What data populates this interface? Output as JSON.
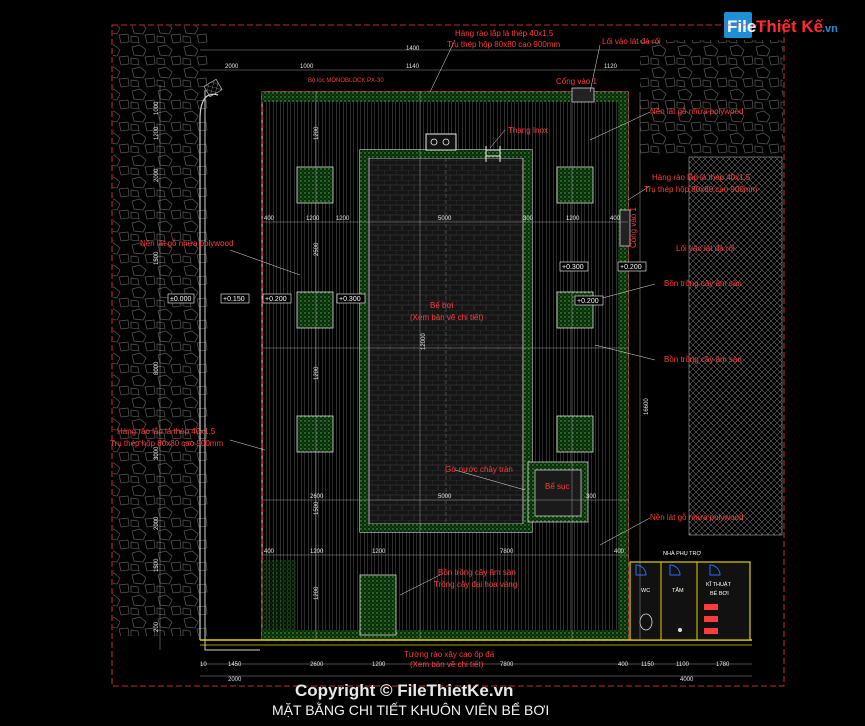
{
  "logo": {
    "part1": "File",
    "part2": "Thiết Kế",
    "part3": ".vn"
  },
  "title": "MẶT BẰNG CHI TIẾT KHUÔN VIÊN BỂ BƠI",
  "watermark": "Copyright © FileThietKe.vn",
  "colors": {
    "red": "#ff3b3b",
    "hatch": "#3fae3f",
    "dim": "#e6e6e6",
    "yellow": "#e0d000",
    "blue": "#2b6bff"
  },
  "labels": {
    "fence_top_1": "Hàng rào lắp lá thép 40x1.5",
    "fence_top_2": "Trụ thép hộp 80x80 cao 900mm",
    "entry_top": "Lối vào lát đá rối",
    "gate_1_top": "Cổng vào 1",
    "monoblock": "Bộ lọc MONOBLOCK PX-30",
    "deck_top": "Nền lát gỗ nhựa polywood",
    "ladder": "Thang Inox",
    "fence_right_1": "Hàng rào lắp lá thép 40x1.5",
    "fence_right_2": "Trụ thép hộp 80x80 cao 900mm",
    "gate_1_side": "Cổng vào 1",
    "entry_right": "Lối vào lát đá rối",
    "planter_right_1": "Bồn trồng cây âm sàn",
    "planter_right_2": "Bồn trồng cây âm sàn",
    "deck_left": "Nền lát gỗ nhựa polywood",
    "pool_1": "Bể bơi",
    "pool_2": "(Xem bản vẽ chi tiết)",
    "fence_left_1": "Hàng rào lắp lá thép 40x1.5",
    "fence_left_2": "Trụ thép hộp 80x80 cao 900mm",
    "overflow": "Gờ nước chảy tràn",
    "sump": "Bể sục",
    "deck_right_bottom": "Nền lát gỗ nhựa polywood",
    "planter_bottom_1": "Bồn trồng cây âm sàn",
    "planter_bottom_2": "Trồng cây đại hoa vàng",
    "wall_1": "Tường rào xây cao ốp đá",
    "wall_2": "(Xem bản vẽ chi tiết)",
    "annex": "NHÀ PHỤ TRỢ",
    "room_wc": "WC",
    "room_bath": "TẮM",
    "room_tech_1": "KĨ THUẬT",
    "room_tech_2": "BỂ BƠI"
  },
  "levels": {
    "l1": "±0.000",
    "l2": "+0.150",
    "l3": "+0.200",
    "l4": "+0.300",
    "l5": "+0.300",
    "l6": "+0.200",
    "l7": "+0.200"
  },
  "dims": {
    "top_a": "2000",
    "top_b": "1000",
    "top_c": "1400",
    "top_d": "1140",
    "top_e": "1120",
    "row1_a": "400",
    "row1_b": "1200",
    "row1_c": "1200",
    "row1_d": "5000",
    "row1_e": "300",
    "row1_f": "1200",
    "row1_g": "400",
    "row2_a": "2600",
    "row2_b": "5000",
    "row2_c": "300",
    "row3_a": "400",
    "row3_b": "1200",
    "row3_c": "1200",
    "row3_d": "7800",
    "row3_e": "400",
    "bot_a": "10",
    "bot_b": "1450",
    "bot_c": "2600",
    "bot_d": "1200",
    "bot_e": "7800",
    "bot_f": "400",
    "bot_g": "1150",
    "bot_h": "1100",
    "bot_i": "1780",
    "bot2_a": "2000",
    "bot2_b": "4000",
    "left_1": "1000",
    "left_2": "1200",
    "left_3": "2000",
    "left_4": "1500",
    "left_5": "8000",
    "left_6": "3000",
    "left_7": "2000",
    "left_8": "1500",
    "left_9": "200",
    "mid_v1": "1200",
    "mid_v2": "2500",
    "mid_v3": "1200",
    "mid_v4": "1500",
    "mid_v5": "1200",
    "pool_v": "12000",
    "right_v": "16600"
  }
}
